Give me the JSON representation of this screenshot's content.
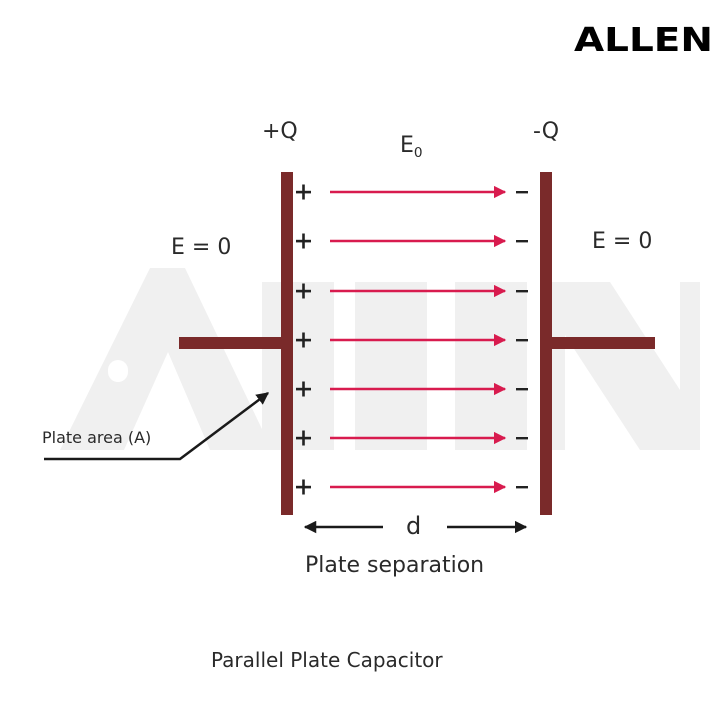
{
  "brand": {
    "logo_text": "ALLEN",
    "watermark_text": "ALLEN"
  },
  "diagram": {
    "title": "Parallel Plate Capacitor",
    "left_plate": {
      "charge_label": "+Q",
      "sign": "+"
    },
    "right_plate": {
      "charge_label": "-Q",
      "sign": "−"
    },
    "field_inside": {
      "symbol": "E",
      "subscript": "0"
    },
    "field_outside_left": "E = 0",
    "field_outside_right": "E = 0",
    "plate_area_label": "Plate area (A)",
    "separation_symbol": "d",
    "separation_label": "Plate separation",
    "field_line_count": 7,
    "field_line_ys": [
      192,
      241,
      291,
      340,
      389,
      438,
      487
    ]
  },
  "colors": {
    "plate": "#7a2a2a",
    "field_line": "#d81b4e",
    "text": "#2a2a2a",
    "watermark": "#f0f0f0"
  }
}
